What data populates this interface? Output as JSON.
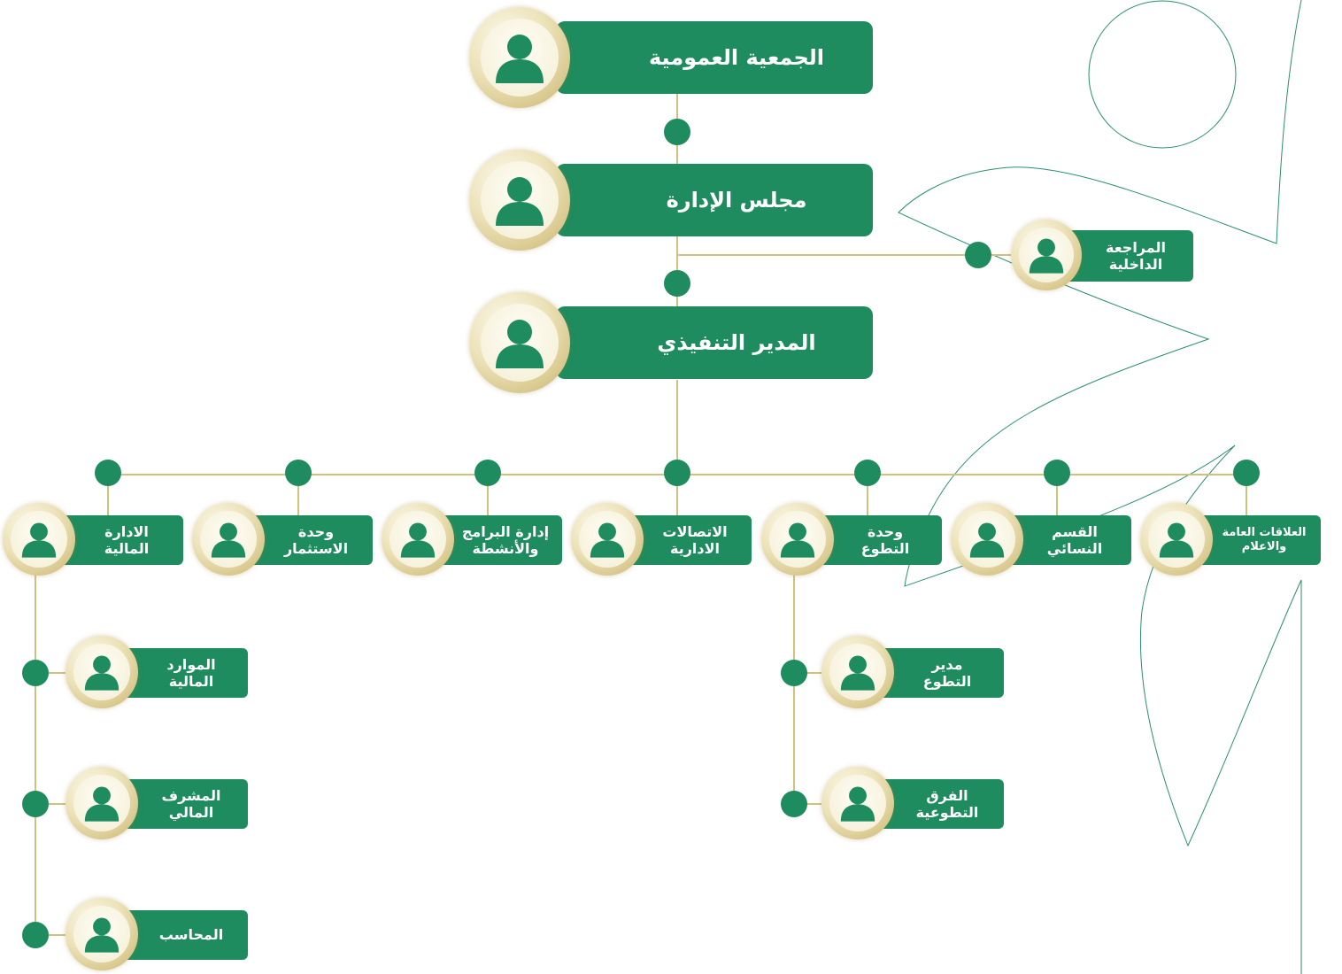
{
  "colors": {
    "primary": "#1e8c5e",
    "line": "#cfc27f",
    "dot": "#1e8c5e",
    "avatar_ring": "#d9c98f"
  },
  "icons": {
    "avatar": "person-icon"
  },
  "top": [
    {
      "id": "general-assembly",
      "label": "الجمعية العمومية"
    },
    {
      "id": "board",
      "label": "مجلس الإدارة"
    },
    {
      "id": "executive-director",
      "label": "المدير التنفيذي"
    }
  ],
  "internal_audit": {
    "line1": "المراجعة",
    "line2": "الداخلية"
  },
  "departments": [
    {
      "id": "pr",
      "line1": "العلاقات العامة",
      "line2": "والاعلام"
    },
    {
      "id": "women",
      "line1": "القسم",
      "line2": "النسائي"
    },
    {
      "id": "volunteer-unit",
      "line1": "وحدة",
      "line2": "التطوع"
    },
    {
      "id": "admin-comms",
      "line1": "الاتصالات",
      "line2": "الادارية"
    },
    {
      "id": "programs",
      "line1": "إدارة البرامج",
      "line2": "والأنشطة"
    },
    {
      "id": "investment",
      "line1": "وحدة",
      "line2": "الاستثمار"
    },
    {
      "id": "finance",
      "line1": "الادارة",
      "line2": "المالية"
    }
  ],
  "finance_children": [
    {
      "line1": "الموارد",
      "line2": "المالية"
    },
    {
      "line1": "المشرف",
      "line2": "المالي"
    },
    {
      "line1": "المحاسب",
      "line2": ""
    }
  ],
  "volunteer_children": [
    {
      "line1": "مدير",
      "line2": "التطوع"
    },
    {
      "line1": "الفرق",
      "line2": "التطوعية"
    }
  ]
}
